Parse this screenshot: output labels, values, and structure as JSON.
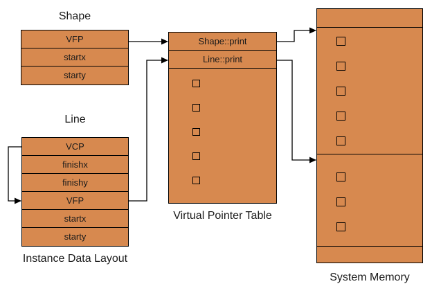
{
  "colors": {
    "fill": "#d7894f",
    "border": "#000000",
    "background": "#ffffff",
    "text": "#1a1a1a"
  },
  "shape_struct": {
    "title": "Shape",
    "rows": [
      "VFP",
      "startx",
      "starty"
    ]
  },
  "line_struct": {
    "title": "Line",
    "rows": [
      "VCP",
      "finishx",
      "finishy",
      "VFP",
      "startx",
      "starty"
    ],
    "caption": "Instance Data Layout"
  },
  "vpt": {
    "rows": [
      "Shape::print",
      "Line::print"
    ],
    "empty_slot_count": 5,
    "caption": "Virtual Pointer Table"
  },
  "system_memory": {
    "caption": "System Memory",
    "upper_slot_count": 5,
    "lower_slot_count": 3
  }
}
